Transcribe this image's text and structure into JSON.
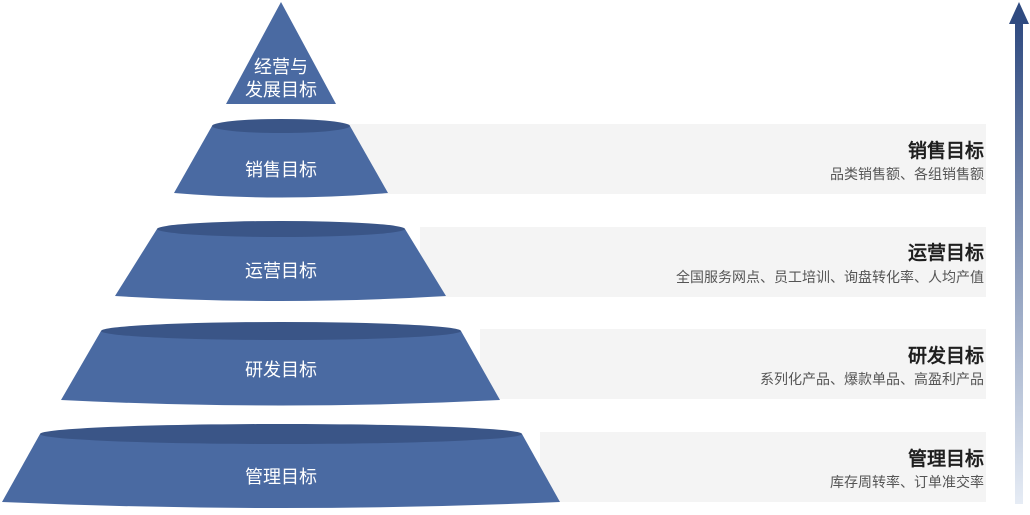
{
  "apex": {
    "line1": "经营与",
    "line2": "发展目标"
  },
  "tiers": [
    {
      "label": "销售目标",
      "title": "销售目标",
      "desc": "品类销售额、各组销售额"
    },
    {
      "label": "运营目标",
      "title": "运营目标",
      "desc": "全国服务网点、员工培训、询盘转化率、人均产值"
    },
    {
      "label": "研发目标",
      "title": "研发目标",
      "desc": "系列化产品、爆款单品、高盈利产品"
    },
    {
      "label": "管理目标",
      "title": "管理目标",
      "desc": "库存周转率、订单准交率"
    }
  ],
  "colors": {
    "tier_fill": "#4a6aa2",
    "tier_top": "#3a5587",
    "band": "#f4f4f4",
    "arrow_dark": "#2f4a80",
    "arrow_light": "#e6ecf5"
  }
}
